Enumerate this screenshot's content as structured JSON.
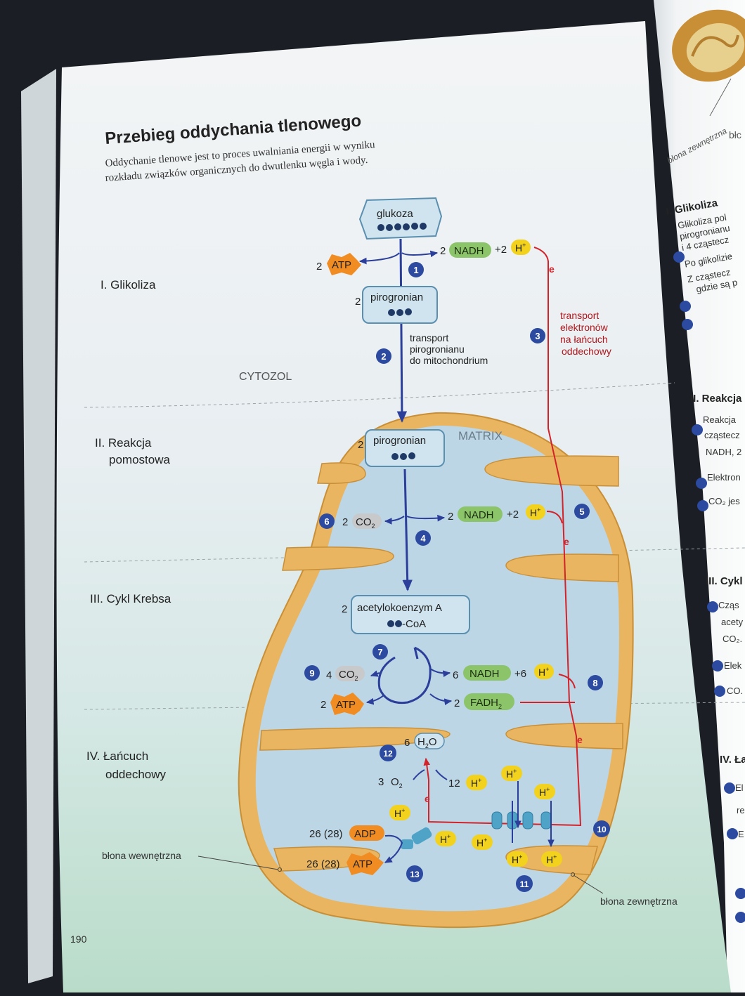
{
  "page": {
    "title": "Przebieg oddychania tlenowego",
    "intro_line1": "Oddychanie tlenowe jest to proces uwalniania energii w wyniku",
    "intro_line2": "rozkładu związków organicznych do dwutlenku węgla i wody.",
    "page_number": "190"
  },
  "stages": {
    "s1": "I. Glikoliza",
    "s2a": "II. Reakcja",
    "s2b": "pomostowa",
    "s3": "III. Cykl Krebsa",
    "s4a": "IV. Łańcuch",
    "s4b": "oddechowy"
  },
  "regions": {
    "cytozol": "CYTOZOL",
    "matrix": "MATRIX"
  },
  "membranes": {
    "inner": "błona wewnętrzna",
    "outer": "błona zewnętrzna"
  },
  "molecules": {
    "glukoza": "glukoza",
    "pirogronian": "pirogronian",
    "acetyl": "acetylokoenzym A",
    "coa": "-CoA",
    "nadh": "NADH",
    "fadh": "FADH",
    "fadh_sub": "2",
    "atp": "ATP",
    "adp": "ADP",
    "co": "CO",
    "co_sub": "2",
    "h": "H",
    "h_sup": "+",
    "water": "H",
    "water_sub": "2",
    "water_o": "O",
    "oxygen": "O",
    "oxygen_sub": "2",
    "electron": "e"
  },
  "counts": {
    "two": "2",
    "plus2": "+2",
    "six": "6",
    "plus6": "+6",
    "four": "4",
    "three": "3",
    "twelve": "12",
    "atp_total": "26 (28)"
  },
  "labels": {
    "transport_pyr1": "transport",
    "transport_pyr2": "pirogronianu",
    "transport_pyr3": "do mitochondrium",
    "transport_el1": "transport",
    "transport_el2": "elektronów",
    "transport_el3": "na łańcuch",
    "transport_el4": "oddechowy"
  },
  "steps": [
    "1",
    "2",
    "3",
    "4",
    "5",
    "6",
    "7",
    "8",
    "9",
    "10",
    "11",
    "12",
    "13"
  ],
  "right_page": {
    "membrane_top": "błona zewnętrzna",
    "membrane_top2": "błc",
    "sec1": "I. Glikoliza",
    "sec1_l1": "Glikoliza pol",
    "sec1_l2": "pirogronianu",
    "sec1_l3": "i 4 cząstecz",
    "sec1_l4": "Po glikolizie",
    "sec1_l5": "Z cząstecz",
    "sec1_l6": "gdzie są p",
    "sec2": "II. Reakcja",
    "sec2_l1": "Reakcja",
    "sec2_l2": "cząstecz",
    "sec2_l3": "NADH, 2",
    "sec2_l4": "Elektron",
    "sec2_l5": "CO₂ jes",
    "sec3": "III. Cykl",
    "sec3_l1": "Cząs",
    "sec3_l2": "acety",
    "sec3_l3": "CO₂.",
    "sec3_l4": "Elek",
    "sec3_l5": "CO.",
    "sec4": "IV. Ła",
    "sec4_l1": "El",
    "sec4_l2": "re",
    "sec4_l3": "E"
  },
  "colors": {
    "blue_arrow": "#2b3f9a",
    "red_line": "#d2232a",
    "step_badge": "#2b4aa0",
    "nadh_fill": "#8cc46a",
    "h_fill": "#f2d21c",
    "atp_fill": "#f08c22",
    "membrane": "#e9b560",
    "matrix": "#bcd6e6"
  }
}
